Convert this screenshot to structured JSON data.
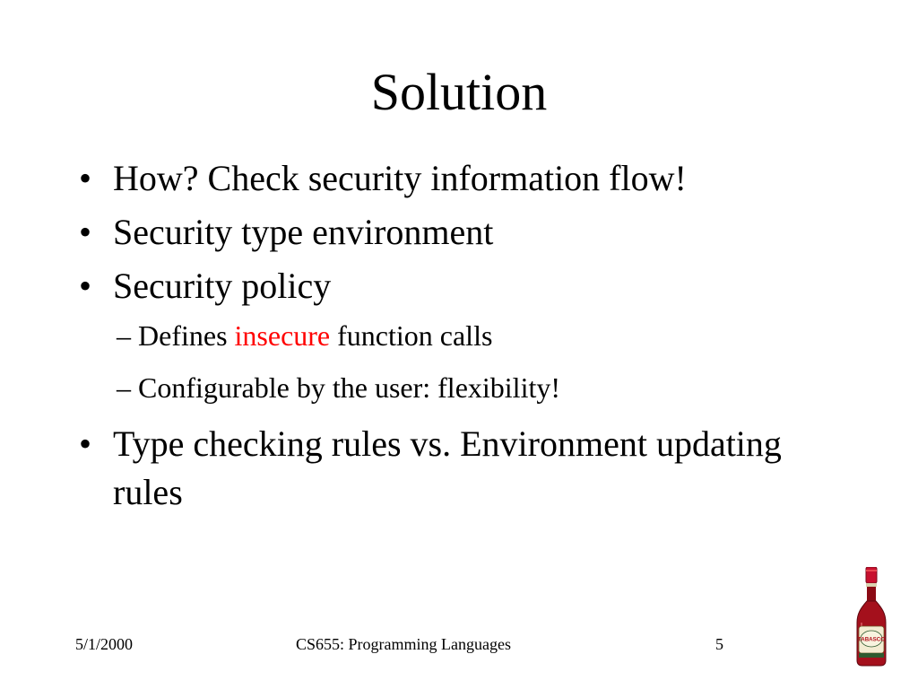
{
  "slide": {
    "title": "Solution",
    "bullets": [
      {
        "text": "How? Check security information flow!"
      },
      {
        "text": "Security type environment"
      },
      {
        "text": "Security policy"
      },
      {
        "text": "Type checking rules vs. Environment updating rules"
      }
    ],
    "sub_bullets": [
      {
        "dash": "–",
        "prefix": "Defines ",
        "highlight": "insecure",
        "suffix": " function calls"
      },
      {
        "dash": "–",
        "text": "Configurable by the user: flexibility!"
      }
    ],
    "bullet_glyph": "•",
    "colors": {
      "highlight": "#ff0000",
      "text": "#000000",
      "background": "#ffffff"
    }
  },
  "footer": {
    "date": "5/1/2000",
    "course": "CS655: Programming Languages",
    "page": "5"
  },
  "logo": {
    "icon": "tabasco-bottle-icon",
    "label": "TABASCO"
  }
}
